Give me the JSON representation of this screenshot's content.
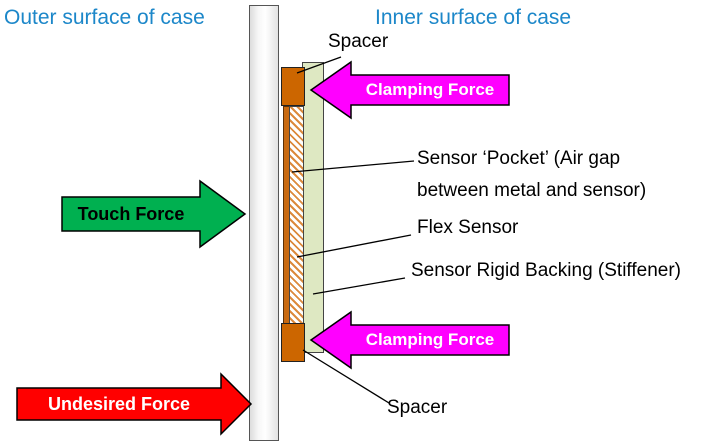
{
  "titles": {
    "outer_surface": "Outer surface of case",
    "inner_surface": "Inner surface of case"
  },
  "force_arrows": {
    "touch": {
      "label": "Touch Force",
      "fill": "#00B050",
      "text_color": "#000000",
      "direction": "right"
    },
    "undesired": {
      "label": "Undesired Force",
      "fill": "#FF0000",
      "text_color": "#FFFFFF",
      "direction": "right"
    },
    "clamping_top": {
      "label": "Clamping Force",
      "fill": "#FF00FF",
      "text_color": "#FFFFFF",
      "direction": "left"
    },
    "clamping_bottom": {
      "label": "Clamping Force",
      "fill": "#FF00FF",
      "text_color": "#FFFFFF",
      "direction": "left"
    }
  },
  "part_labels": {
    "spacer_top": "Spacer",
    "sensor_pocket": "Sensor ‘Pocket’ (Air gap between metal and sensor)",
    "flex_sensor": "Flex Sensor",
    "rigid_backing": "Sensor Rigid Backing (Stiffener)",
    "spacer_bottom": "Spacer"
  },
  "colors": {
    "title_text": "#1C87C9",
    "spacer_fill": "#CC6600",
    "backing_fill": "#DEE8C2",
    "hatch_line": "#DC8A3C",
    "case_wall_fill": "#F2F2F2",
    "outline": "#000000"
  }
}
